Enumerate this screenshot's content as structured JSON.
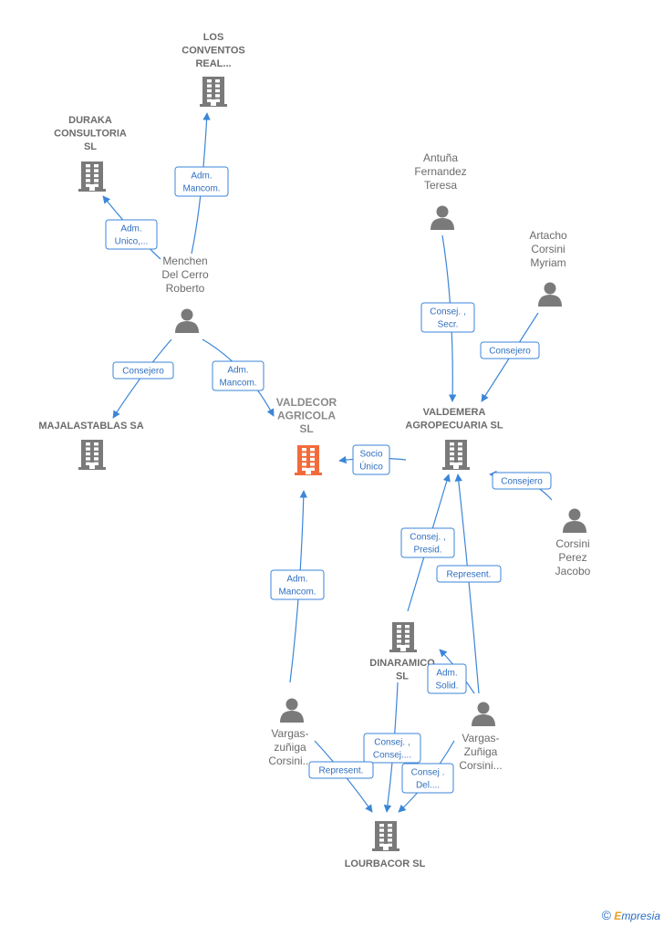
{
  "colors": {
    "edge": "#3b86d8",
    "node": "#7a7a7a",
    "focus": "#f26b3a",
    "label": "#6b6b6b"
  },
  "nodes": [
    {
      "id": "los_conventos",
      "type": "company",
      "lines": [
        "LOS",
        "CONVENTOS",
        "REAL..."
      ]
    },
    {
      "id": "duraka",
      "type": "company",
      "lines": [
        "DURAKA",
        "CONSULTORIA",
        "SL"
      ]
    },
    {
      "id": "menchen",
      "type": "person",
      "lines": [
        "Menchen",
        "Del Cerro",
        "Roberto"
      ]
    },
    {
      "id": "majalastablas",
      "type": "company",
      "lines": [
        "MAJALASTABLAS SA"
      ]
    },
    {
      "id": "valdecor",
      "type": "focus",
      "lines": [
        "VALDECOR",
        "AGRICOLA",
        "SL"
      ]
    },
    {
      "id": "antuna",
      "type": "person",
      "lines": [
        "Antuña",
        "Fernandez",
        "Teresa"
      ]
    },
    {
      "id": "artacho",
      "type": "person",
      "lines": [
        "Artacho",
        "Corsini",
        "Myriam"
      ]
    },
    {
      "id": "valdemera",
      "type": "company",
      "lines": [
        "VALDEMERA",
        "AGROPECUARIA SL"
      ]
    },
    {
      "id": "corsini_perez",
      "type": "person",
      "lines": [
        "Corsini",
        "Perez",
        "Jacobo"
      ]
    },
    {
      "id": "dinaramico",
      "type": "company",
      "lines": [
        "DINARAMICO",
        "SL"
      ]
    },
    {
      "id": "vargas_left",
      "type": "person",
      "lines": [
        "Vargas-",
        "zuñiga",
        "Corsini..."
      ]
    },
    {
      "id": "vargas_right",
      "type": "person",
      "lines": [
        "Vargas-",
        "Zuñiga",
        "Corsini..."
      ]
    },
    {
      "id": "lourbacor",
      "type": "company",
      "lines": [
        "LOURBACOR SL"
      ]
    }
  ],
  "edges": [
    {
      "from": "menchen",
      "to": "los_conventos",
      "label": [
        "Adm.",
        "Mancom."
      ]
    },
    {
      "from": "menchen",
      "to": "duraka",
      "label": [
        "Adm.",
        "Unico,..."
      ]
    },
    {
      "from": "menchen",
      "to": "majalastablas",
      "label": [
        "Consejero"
      ]
    },
    {
      "from": "menchen",
      "to": "valdecor",
      "label": [
        "Adm.",
        "Mancom."
      ]
    },
    {
      "from": "valdemera",
      "to": "valdecor",
      "label": [
        "Socio",
        "Único"
      ]
    },
    {
      "from": "antuna",
      "to": "valdemera",
      "label": [
        "Consej. ,",
        "Secr."
      ]
    },
    {
      "from": "artacho",
      "to": "valdemera",
      "label": [
        "Consejero"
      ]
    },
    {
      "from": "corsini_perez",
      "to": "valdemera",
      "label": [
        "Consejero"
      ]
    },
    {
      "from": "dinaramico",
      "to": "valdemera",
      "label": [
        "Consej. ,",
        "Presid."
      ]
    },
    {
      "from": "vargas_right",
      "to": "valdemera",
      "label": [
        "Represent."
      ]
    },
    {
      "from": "vargas_left",
      "to": "valdecor",
      "label": [
        "Adm.",
        "Mancom."
      ]
    },
    {
      "from": "vargas_right",
      "to": "dinaramico",
      "label": [
        "Adm.",
        "Solid."
      ]
    },
    {
      "from": "dinaramico",
      "to": "lourbacor",
      "label": [
        "Consej. ,",
        "Consej...."
      ]
    },
    {
      "from": "vargas_left",
      "to": "lourbacor",
      "label": [
        "Represent."
      ]
    },
    {
      "from": "vargas_right",
      "to": "lourbacor",
      "label": [
        "Consej .",
        "Del...."
      ]
    }
  ],
  "footer": {
    "copyright_symbol": "©",
    "brand_first": "E",
    "brand_rest": "mpresia"
  }
}
